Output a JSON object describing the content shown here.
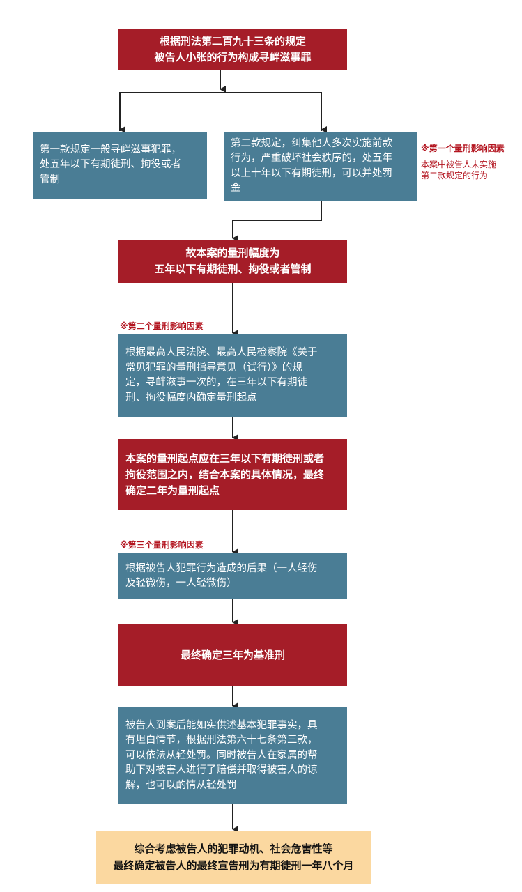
{
  "boxes": {
    "top": "根据刑法第二百九十三条的规定\n被告人小张的行为构成寻衅滋事罪",
    "clause1": "第一款规定一般寻衅滋事犯罪，\n处五年以下有期徒刑、拘役或者\n管制",
    "clause2": "第二款规定，纠集他人多次实施前款\n行为，严重破坏社会秩序的，处五年\n以上十年以下有期徒刑，可以并处罚\n金",
    "range": "故本案的量刑幅度为\n五年以下有期徒刑、拘役或者管制",
    "guidance": "根据最高人民法院、最高人民检察院《关于\n常见犯罪的量刑指导意见（试行）》的规\n定，寻衅滋事一次的，在三年以下有期徒\n刑、拘役幅度内确定量刑起点",
    "start_point": "本案的量刑起点应在三年以下有期徒刑或者\n拘役范围之内，结合本案的具体情况，最终\n确定二年为量刑起点",
    "consequence": "根据被告人犯罪行为造成的后果（一人轻伤\n及轻微伤，一人轻微伤）",
    "base": "最终确定三年为基准刑",
    "mitigation": "被告人到案后能如实供述基本犯罪事实，具\n有坦白情节，根据刑法第六十七条第三款，\n可以依法从轻处罚。同时被告人在家属的帮\n助下对被害人进行了赔偿并取得被害人的谅\n解，也可以酌情从轻处罚",
    "final": "综合考虑被告人的犯罪动机、社会危害性等\n最终确定被告人的最终宣告刑为有期徒刑一年八个月"
  },
  "notes": {
    "factor1_title": "※第一个量刑影响因素",
    "factor1_text": "本案中被告人未实施\n第二款规定的行为",
    "factor2_title": "※第二个量刑影响因素",
    "factor3_title": "※第三个量刑影响因素"
  },
  "colors": {
    "red_box": "#a51d28",
    "blue_box": "#4a7d95",
    "final_box": "#fbd8a0",
    "note_text": "#b3141f",
    "arrow": "#222222"
  }
}
